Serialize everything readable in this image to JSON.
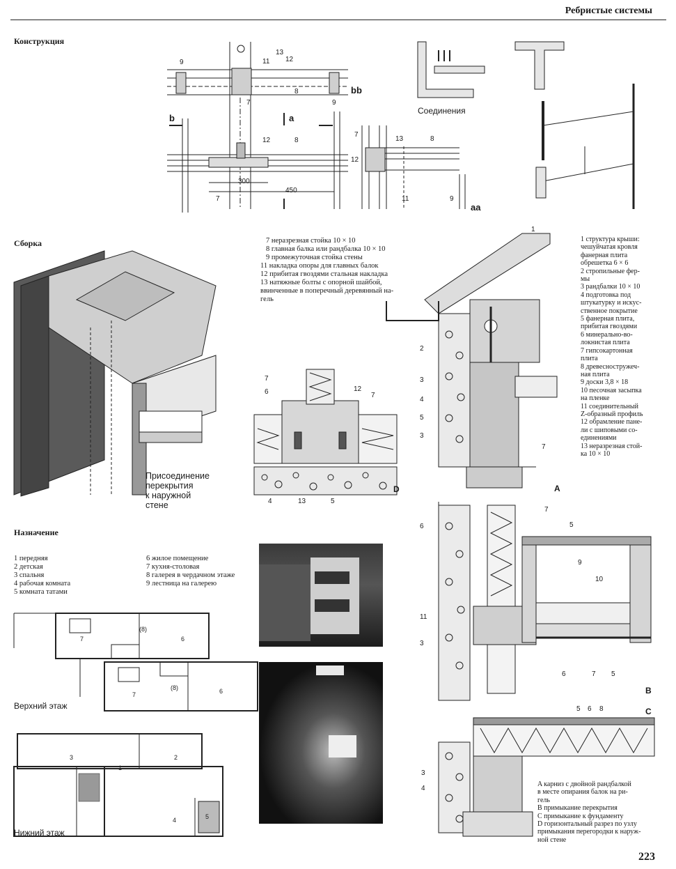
{
  "header": {
    "section_title": "Ребристые системы",
    "page_number": "223"
  },
  "sections": {
    "construction": "Конструкция",
    "assembly": "Сборка",
    "purpose": "Назначение"
  },
  "construction_diagram": {
    "joints_caption": "Соединения",
    "section_marks": [
      "a",
      "b",
      "bb",
      "aa"
    ],
    "dimensions": [
      "300",
      "450"
    ]
  },
  "assembly_caption": "Присоединение перекрытия к наружной стене",
  "assembly_caption_lines": [
    "Присоединение",
    "перекрытия",
    "к наружной",
    "стене"
  ],
  "legend_middle": [
    "7 неразрезная стойка 10 × 10",
    "8 главная балка или рандбалка 10 × 10",
    "9 промежуточная стойка стены",
    "11 накладка опоры для главных балок",
    "12 прибитая гвоздями стальная накладка",
    "13 натяжные болты с опорной шайбой,",
    "ввинченные в поперечный деревянный на-",
    "гель"
  ],
  "legend_right": [
    "1 структура крыши:",
    "чешуйчатая кровля",
    "фанерная плита",
    "обрешетка 6 × 6",
    "2 стропильные фер-",
    "мы",
    "3 рандбалки 10 × 10",
    "4 подготовка под",
    "штукатурку и искус-",
    "ственное покрытие",
    "5 фанерная плита,",
    "прибитая гвоздями",
    "6 минерально-во-",
    "локнистая плита",
    "7 гипсокартонная",
    "плита",
    "8 древесностружеч-",
    "ная плита",
    "9 доски 3,8 × 18",
    "10 песочная засыпка",
    "на пленке",
    "11 соединительный",
    "Z-образный профиль",
    "12 обрамление пане-",
    "ли с шиповыми со-",
    "единениями",
    "13 неразрезная стой-",
    "ка 10 × 10"
  ],
  "rooms_left": [
    "1 передняя",
    "2 детская",
    "3 спальня",
    "4 рабочая комната",
    "5 комната татами"
  ],
  "rooms_right": [
    "6 жилое помещение",
    "7 кухня-столовая",
    "8 галерея в чердачном этаже",
    "9 лестница на галерею"
  ],
  "plans": {
    "upper": "Верхний этаж",
    "lower": "Нижний этаж"
  },
  "detail_letters": [
    "A",
    "B",
    "C",
    "D"
  ],
  "details_legend": [
    "A карниз с двойной рандбалкой",
    "в месте опирания балок на ри-",
    "гель",
    "B примыкание перекрытия",
    "C примыкание к фундаменту",
    "D горизонтальный разрез по узлу",
    "примыкания перегородки к наруж-",
    "ной стене"
  ],
  "detail_numbers": {
    "construction": [
      "9",
      "13",
      "11",
      "12",
      "8",
      "7",
      "9",
      "12",
      "8",
      "7",
      "13",
      "12",
      "8",
      "11",
      "9",
      "7"
    ],
    "detailD": [
      "7",
      "6",
      "12",
      "7",
      "4",
      "13",
      "5"
    ],
    "detailA": [
      "1",
      "2",
      "3",
      "4",
      "5",
      "3",
      "7"
    ],
    "detailB": [
      "7",
      "6",
      "5",
      "9",
      "10",
      "11",
      "3",
      "6",
      "7",
      "5"
    ],
    "detailC": [
      "5",
      "6",
      "8",
      "3",
      "4"
    ]
  }
}
